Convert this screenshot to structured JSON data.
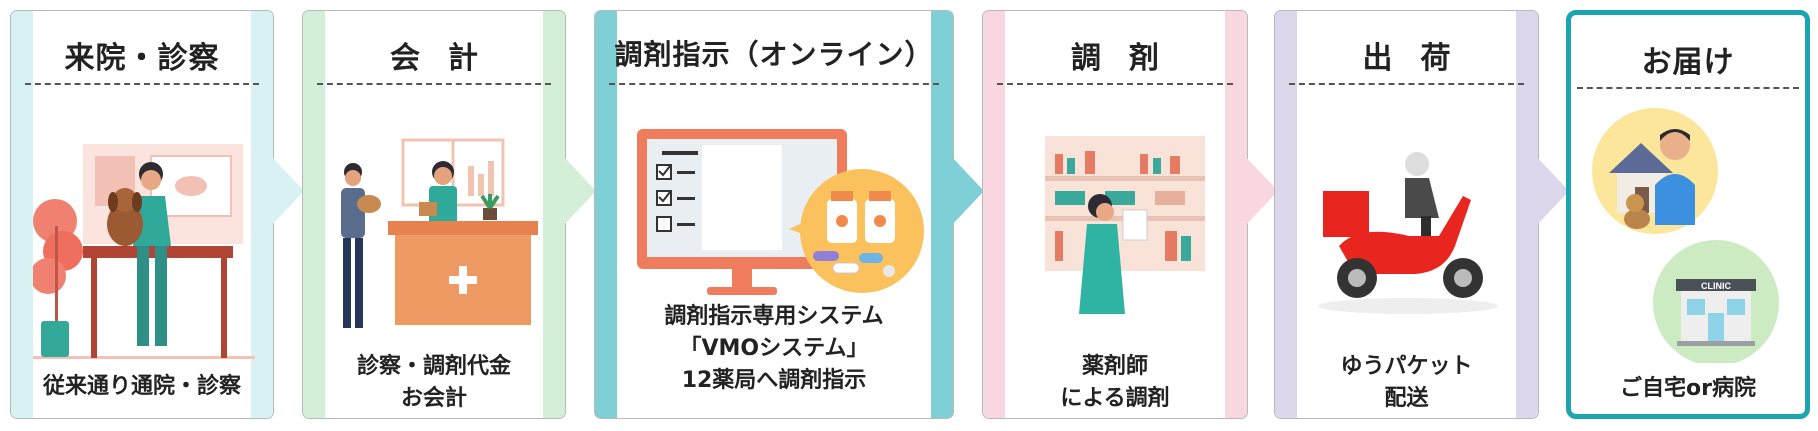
{
  "colors": {
    "step1": "#d8f1f3",
    "step2": "#d3efd8",
    "step3": "#7fd0d6",
    "step4": "#f8d7e0",
    "step5": "#ddd7ec",
    "final_border": "#1aa5b0"
  },
  "steps": [
    {
      "title": "来院・診察",
      "desc": [
        "従来通り通院・診察"
      ]
    },
    {
      "title": "会計",
      "desc": [
        "診察・調剤代金",
        "お会計"
      ]
    },
    {
      "title": "調剤指示（オンライン）",
      "desc": [
        "調剤指示専用システム",
        "「VMOシステム」",
        "12薬局へ調剤指示"
      ]
    },
    {
      "title": "調剤",
      "desc": [
        "薬剤師",
        "による調剤"
      ]
    },
    {
      "title": "出荷",
      "desc": [
        "ゆうパケット",
        "配送"
      ]
    },
    {
      "title": "お届け",
      "desc": [
        "ご自宅or病院"
      ]
    }
  ],
  "clinic_sign": "CLINIC"
}
